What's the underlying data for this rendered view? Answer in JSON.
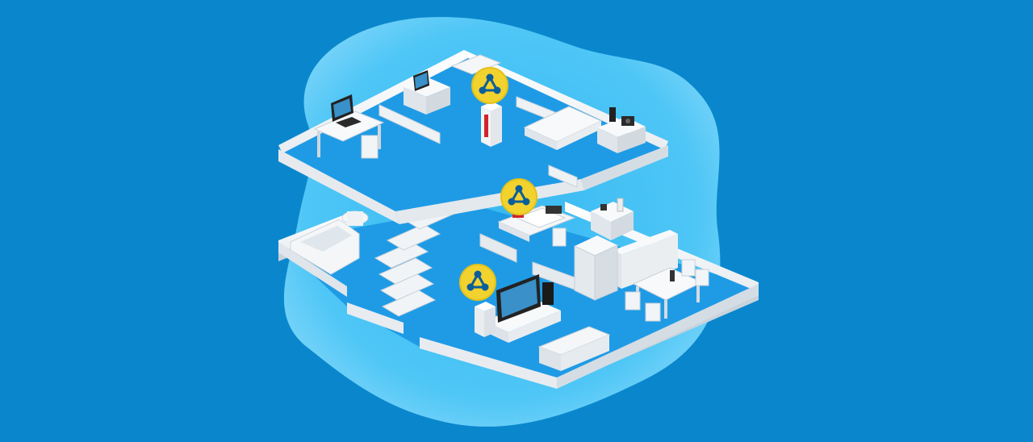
{
  "scene": {
    "background": "#0a87cc",
    "blob_color": "#4fc3f7",
    "floor_color": "#1f9be6",
    "wall_color": "#f2f4f6",
    "device_red": "#d2232a",
    "mesh_badge_color": "#f2d22e",
    "mesh_badge_icon": "mesh-network-icon",
    "mesh_badge_count": 3,
    "upper_floor_rooms": [
      "office-desk-monitor",
      "tv-cabinet",
      "double-bed",
      "phone-and-radio-shelf"
    ],
    "ground_floor_rooms": [
      "bathroom-tub-toilet",
      "staircase",
      "workbench-laptop",
      "kitchen",
      "dining-table",
      "living-room-tv-sofa"
    ]
  }
}
